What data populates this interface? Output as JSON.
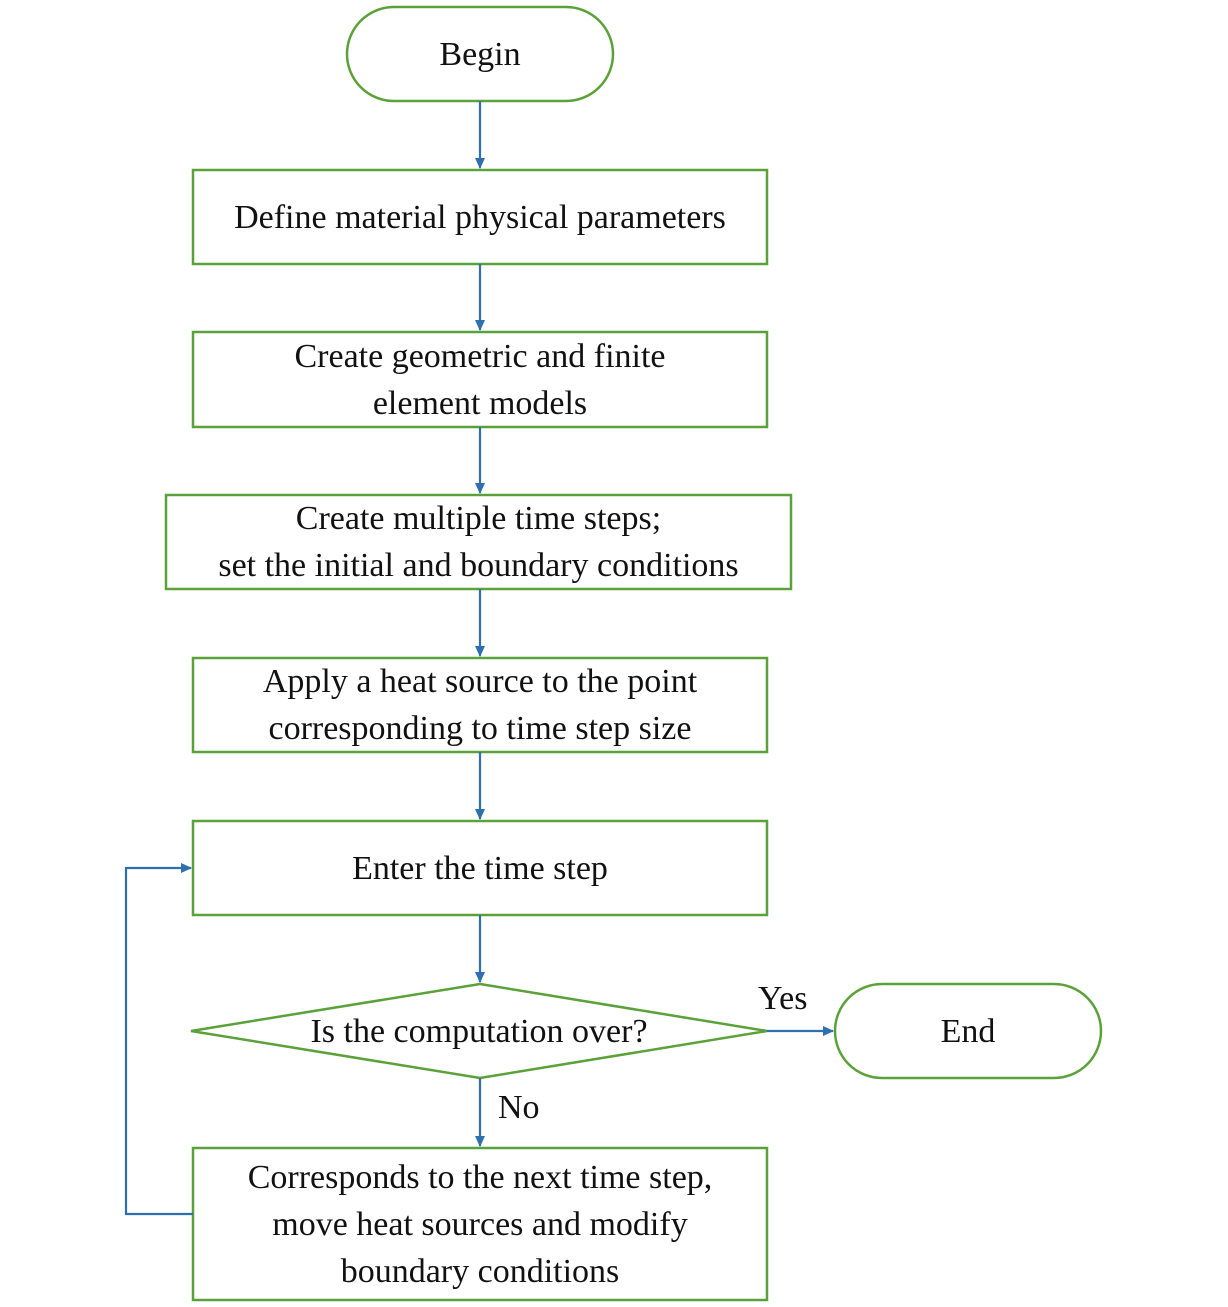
{
  "colors": {
    "node_border": "#5aa13a",
    "edge": "#2f6fb0",
    "text": "#111111",
    "background": "#ffffff"
  },
  "nodes": {
    "begin": "Begin",
    "define_params": "Define material physical parameters",
    "create_models": "Create geometric and finite\nelement models",
    "create_steps": "Create multiple time steps;\nset the initial and boundary conditions",
    "apply_heat": "Apply a heat source to the point\ncorresponding to time step size",
    "enter_step": "Enter the time step",
    "decision": "Is the computation over?",
    "end": "End",
    "next_step": "Corresponds to the next time step,\nmove heat sources and modify\nboundary conditions"
  },
  "edge_labels": {
    "yes": "Yes",
    "no": "No"
  }
}
